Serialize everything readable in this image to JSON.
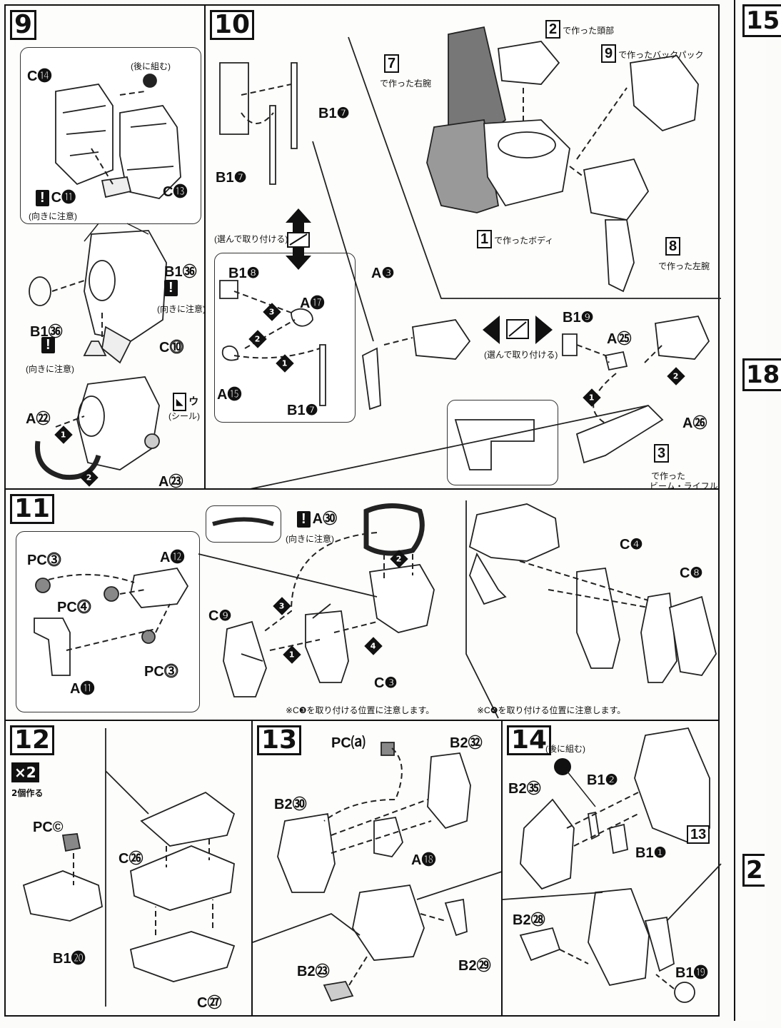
{
  "panels": {
    "p9": {
      "number": "9",
      "labels": {
        "c14": "C⓮",
        "c13": "C⓭",
        "c11": "C⓫",
        "c10": "C⓾",
        "b136a": "B1㊱",
        "b136b": "B1㊱",
        "a22": "A㉒",
        "a23": "A㉓",
        "fold_back": "(後に組む)",
        "caution1": "(向きに注意)",
        "caution2": "(向きに注意)",
        "caution3": "(向きに注意)",
        "sticker": "ウ",
        "sticker_note": "(シール)"
      }
    },
    "p10": {
      "number": "10",
      "labels": {
        "b17a": "B1❼",
        "b17b": "B1❼",
        "b17c": "B1❼",
        "b18": "B1❽",
        "a17": "A⓱",
        "a15": "A⓯",
        "a3": "A❸",
        "b19": "B1❾",
        "a25": "A㉕",
        "a26": "A㉖",
        "choose1": "(選んで取り付ける)",
        "choose2": "(選んで取り付ける)",
        "ref7_num": "7",
        "ref7": "で作った右腕",
        "ref2_num": "2",
        "ref2": "で作った頭部",
        "ref9_num": "9",
        "ref9": "で作ったバックパック",
        "ref1_num": "1",
        "ref1": "で作ったボディ",
        "ref8_num": "8",
        "ref8": "で作った左腕",
        "ref3_num": "3",
        "ref3a": "で作った",
        "ref3b": "ビーム・ライフル"
      }
    },
    "p11": {
      "number": "11",
      "labels": {
        "pcn1": "PC⓷",
        "pco": "PC⓸",
        "pcn2": "PC⓷",
        "a12": "A⓬",
        "a11": "A⓫",
        "a30": "A㉚",
        "caution": "(向きに注意)",
        "c9": "C❾",
        "c3": "C❸",
        "c4": "C❹",
        "c8": "C❽",
        "note1": "※C❸を取り付ける位置に注意します。",
        "note2": "※C❹を取り付ける位置に注意します。"
      }
    },
    "p12": {
      "number": "12",
      "times": "×2",
      "makes": "2個作る",
      "labels": {
        "pcc": "PC©",
        "b120": "B1⓴",
        "c26": "C㉖",
        "c27": "C㉗"
      }
    },
    "p13": {
      "number": "13",
      "labels": {
        "pca": "PC⒜",
        "b232": "B2㉜",
        "b230": "B2㉚",
        "a18": "A⓲",
        "b223": "B2㉓",
        "b229": "B2㉙"
      }
    },
    "p14": {
      "number": "14",
      "labels": {
        "fold_back": "(後に組む)",
        "b235": "B2㉟",
        "b12": "B1❷",
        "b11": "B1❶",
        "ref13": "13",
        "b228": "B2㉘",
        "b119": "B1⓳"
      }
    },
    "right": {
      "p15": "15",
      "p18": "18",
      "p21": "2"
    }
  }
}
